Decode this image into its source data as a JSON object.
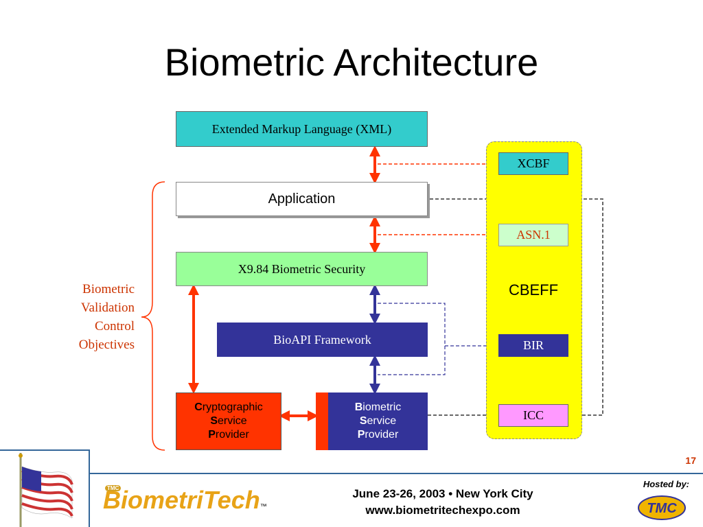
{
  "slide": {
    "title": "Biometric Architecture",
    "number": "17"
  },
  "diagram": {
    "xml": "Extended Markup Language (XML)",
    "application": "Application",
    "x984": "X9.84 Biometric Security",
    "bioapi": "BioAPI Framework",
    "csp": {
      "l1": "C",
      "l1b": "ryptographic",
      "l2": "S",
      "l2b": "ervice",
      "l3": "P",
      "l3b": "rovider"
    },
    "bsp": {
      "l1": "B",
      "l1b": "iometric",
      "l2": "S",
      "l2b": "ervice",
      "l3": "P",
      "l3b": "rovider"
    },
    "cbeff": "CBEFF",
    "xcbf": "XCBF",
    "asn": "ASN.1",
    "bir": "BIR",
    "icc": "ICC",
    "bvco": [
      "Biometric",
      "Validation",
      "Control",
      "Objectives"
    ]
  },
  "footer": {
    "date_line": "June 23-26, 2003 • New York City",
    "url": "www.biometritechexpo.com",
    "hosted_by": "Hosted by:",
    "logo_left": "BiometriTech",
    "logo_left_tm": "™",
    "logo_left_badge": "TMC",
    "logo_right": "TMC"
  },
  "colors": {
    "accent_red": "#ff3300",
    "navy": "#333399",
    "teal": "#33cccc",
    "yellow": "#ffff00",
    "footer_line": "#336699"
  },
  "icons": [
    "us-flag-icon",
    "biometritech-logo",
    "tmc-logo"
  ]
}
